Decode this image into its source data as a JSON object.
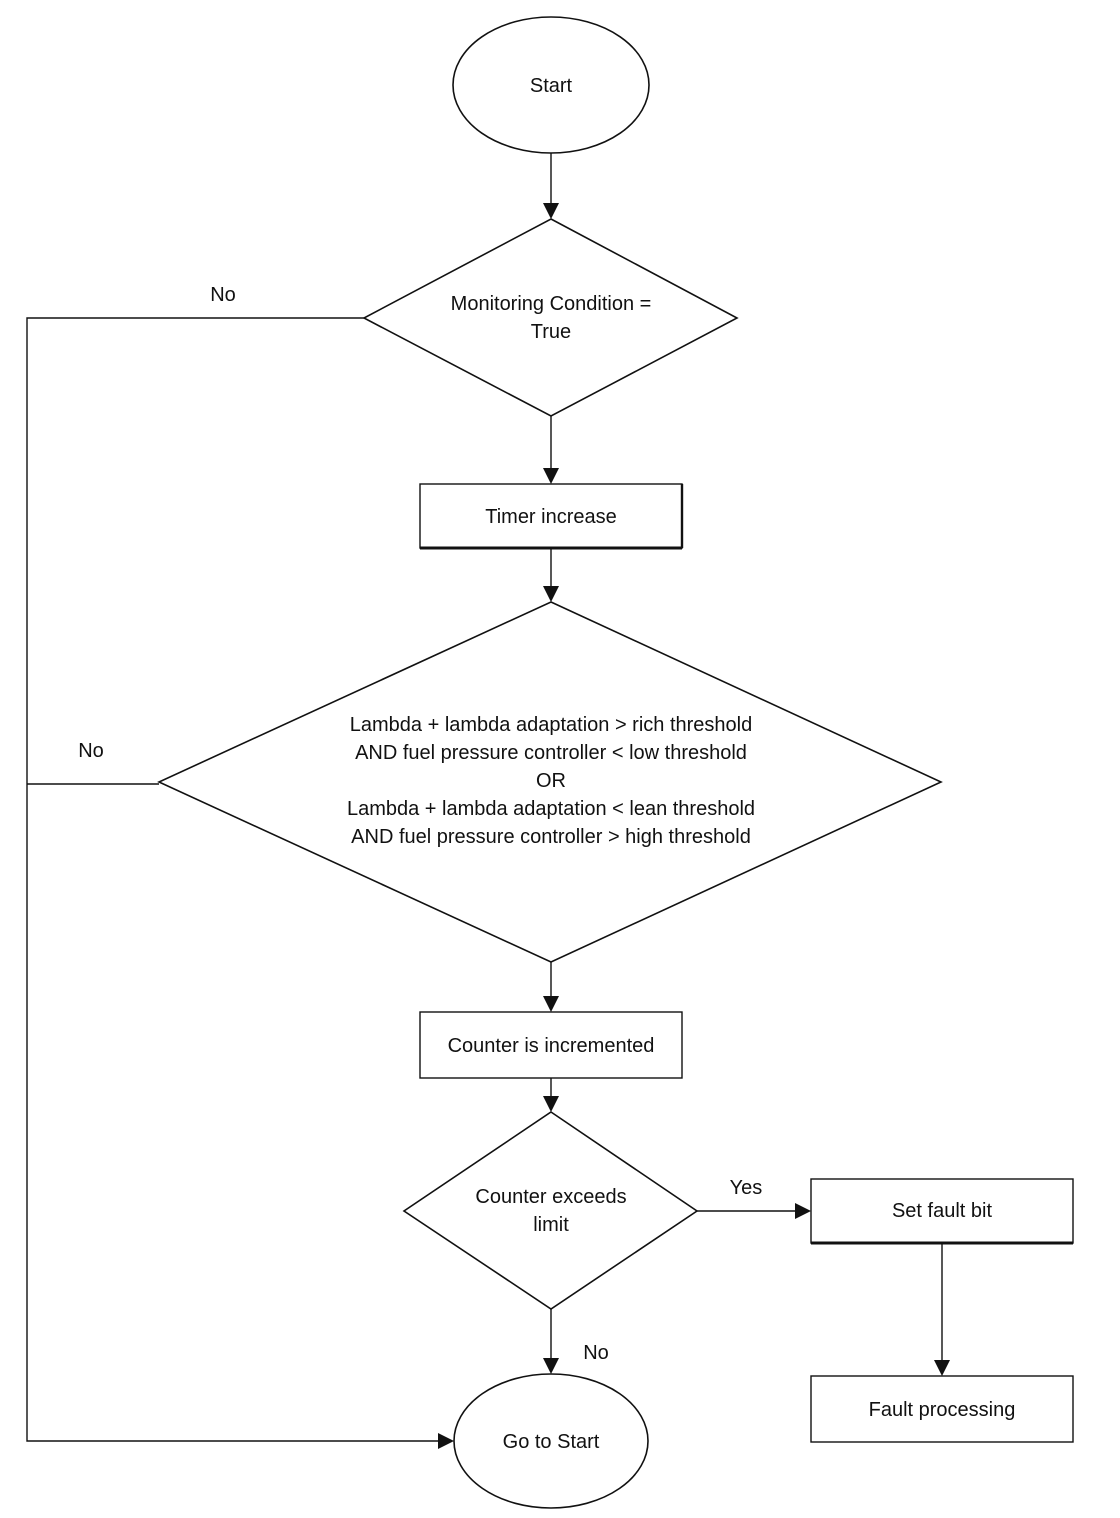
{
  "nodes": {
    "start": "Start",
    "monitoring_line1": "Monitoring Condition =",
    "monitoring_line2": "True",
    "timer": "Timer increase",
    "cond_line1": "Lambda + lambda adaptation > rich threshold",
    "cond_line2": "AND fuel pressure controller < low threshold",
    "cond_line3": "OR",
    "cond_line4": "Lambda + lambda adaptation < lean threshold",
    "cond_line5": "AND fuel pressure controller > high threshold",
    "counter": "Counter is incremented",
    "exceeds_line1": "Counter exceeds",
    "exceeds_line2": "limit",
    "set_fault": "Set fault bit",
    "fault_processing": "Fault processing",
    "goto_start": "Go to Start"
  },
  "edge_labels": {
    "no_monitoring": "No",
    "no_condition": "No",
    "yes_exceeds": "Yes",
    "no_exceeds": "No"
  }
}
